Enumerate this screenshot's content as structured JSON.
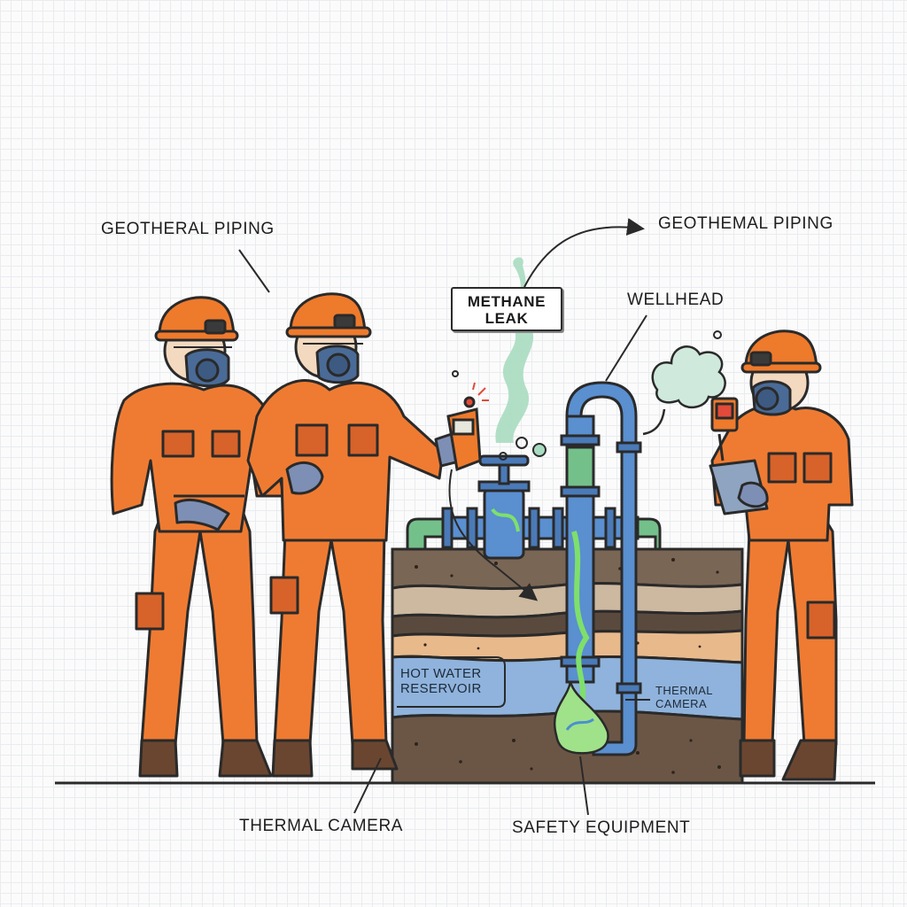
{
  "labels": {
    "geotheral_piping": "GEOTHERAL PIPING",
    "geothemal_piping": "GEOTHEMAL PIPING",
    "methane_leak_line1": "METHANE",
    "methane_leak_line2": "LEAK",
    "wellhead": "WELLHEAD",
    "hot_water_line1": "HOT WATER",
    "hot_water_line2": "RESERVOIR",
    "thermal_camera_small_line1": "THERMAL",
    "thermal_camera_small_line2": "CAMERA",
    "thermal_camera": "THERMAL CAMERA",
    "safety_equipment": "SAFETY EQUIPMENT"
  },
  "colors": {
    "coverall": "#ef7b32",
    "coverall_shade": "#d7632a",
    "helmet": "#ee7a2c",
    "respirator": "#4a6b97",
    "glove": "#7d8fb4",
    "boot": "#6a4630",
    "pipe_blue": "#5a8fd0",
    "pipe_green": "#74c08a",
    "methane_gas": "#a8dcc0",
    "leak_glow": "#7ee06a",
    "soil_top": "#7a6655",
    "soil_dark": "#5a4a3e",
    "sand": "#e8b98b",
    "reservoir": "#8fb3dc",
    "outline": "#2a2a2a"
  }
}
